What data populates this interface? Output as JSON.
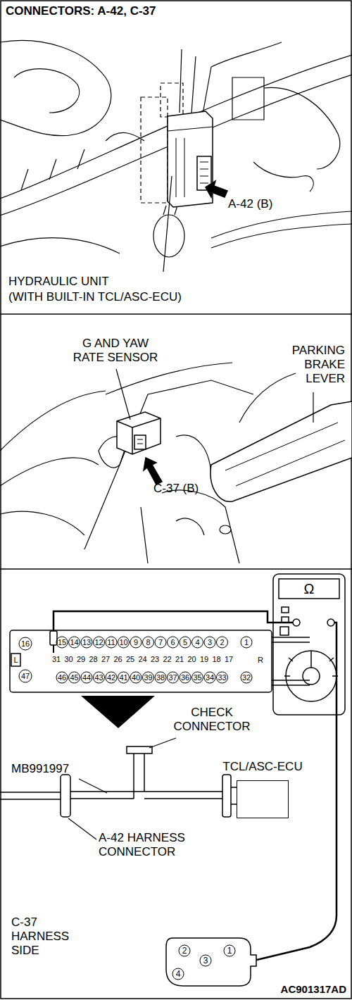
{
  "diagram": {
    "title": "CONNECTORS: A-42, C-37",
    "nodes": [
      {
        "text": [
          "TCL/ASC-ECU"
        ]
      }
    ],
    "labels": [
      "A-42 (B)",
      "HYDRAULIC UNIT",
      "(WITH BUILT-IN TCL/ASC-ECU)",
      "G AND YAW RATE SENSOR",
      "PARKING BRAKE LEVER",
      "C-37 (B)",
      "Ω",
      "15",
      "14",
      "13",
      "12",
      "11",
      "10",
      "9",
      "8",
      "7",
      "6",
      "5",
      "4",
      "3",
      "2",
      "16",
      "1",
      "L",
      "R",
      "31",
      "30",
      "29",
      "28",
      "27",
      "26",
      "25",
      "24",
      "23",
      "22",
      "21",
      "20",
      "19",
      "18",
      "17",
      "47",
      "32",
      "46",
      "45",
      "44",
      "43",
      "42",
      "41",
      "40",
      "39",
      "38",
      "37",
      "36",
      "35",
      "34",
      "33",
      "CHECK CONNECTOR",
      "MB991997",
      "A-42 HARNESS CONNECTOR",
      "C-37 HARNESS SIDE",
      "2",
      "1",
      "3",
      "4",
      "AC901317AD"
    ]
  }
}
